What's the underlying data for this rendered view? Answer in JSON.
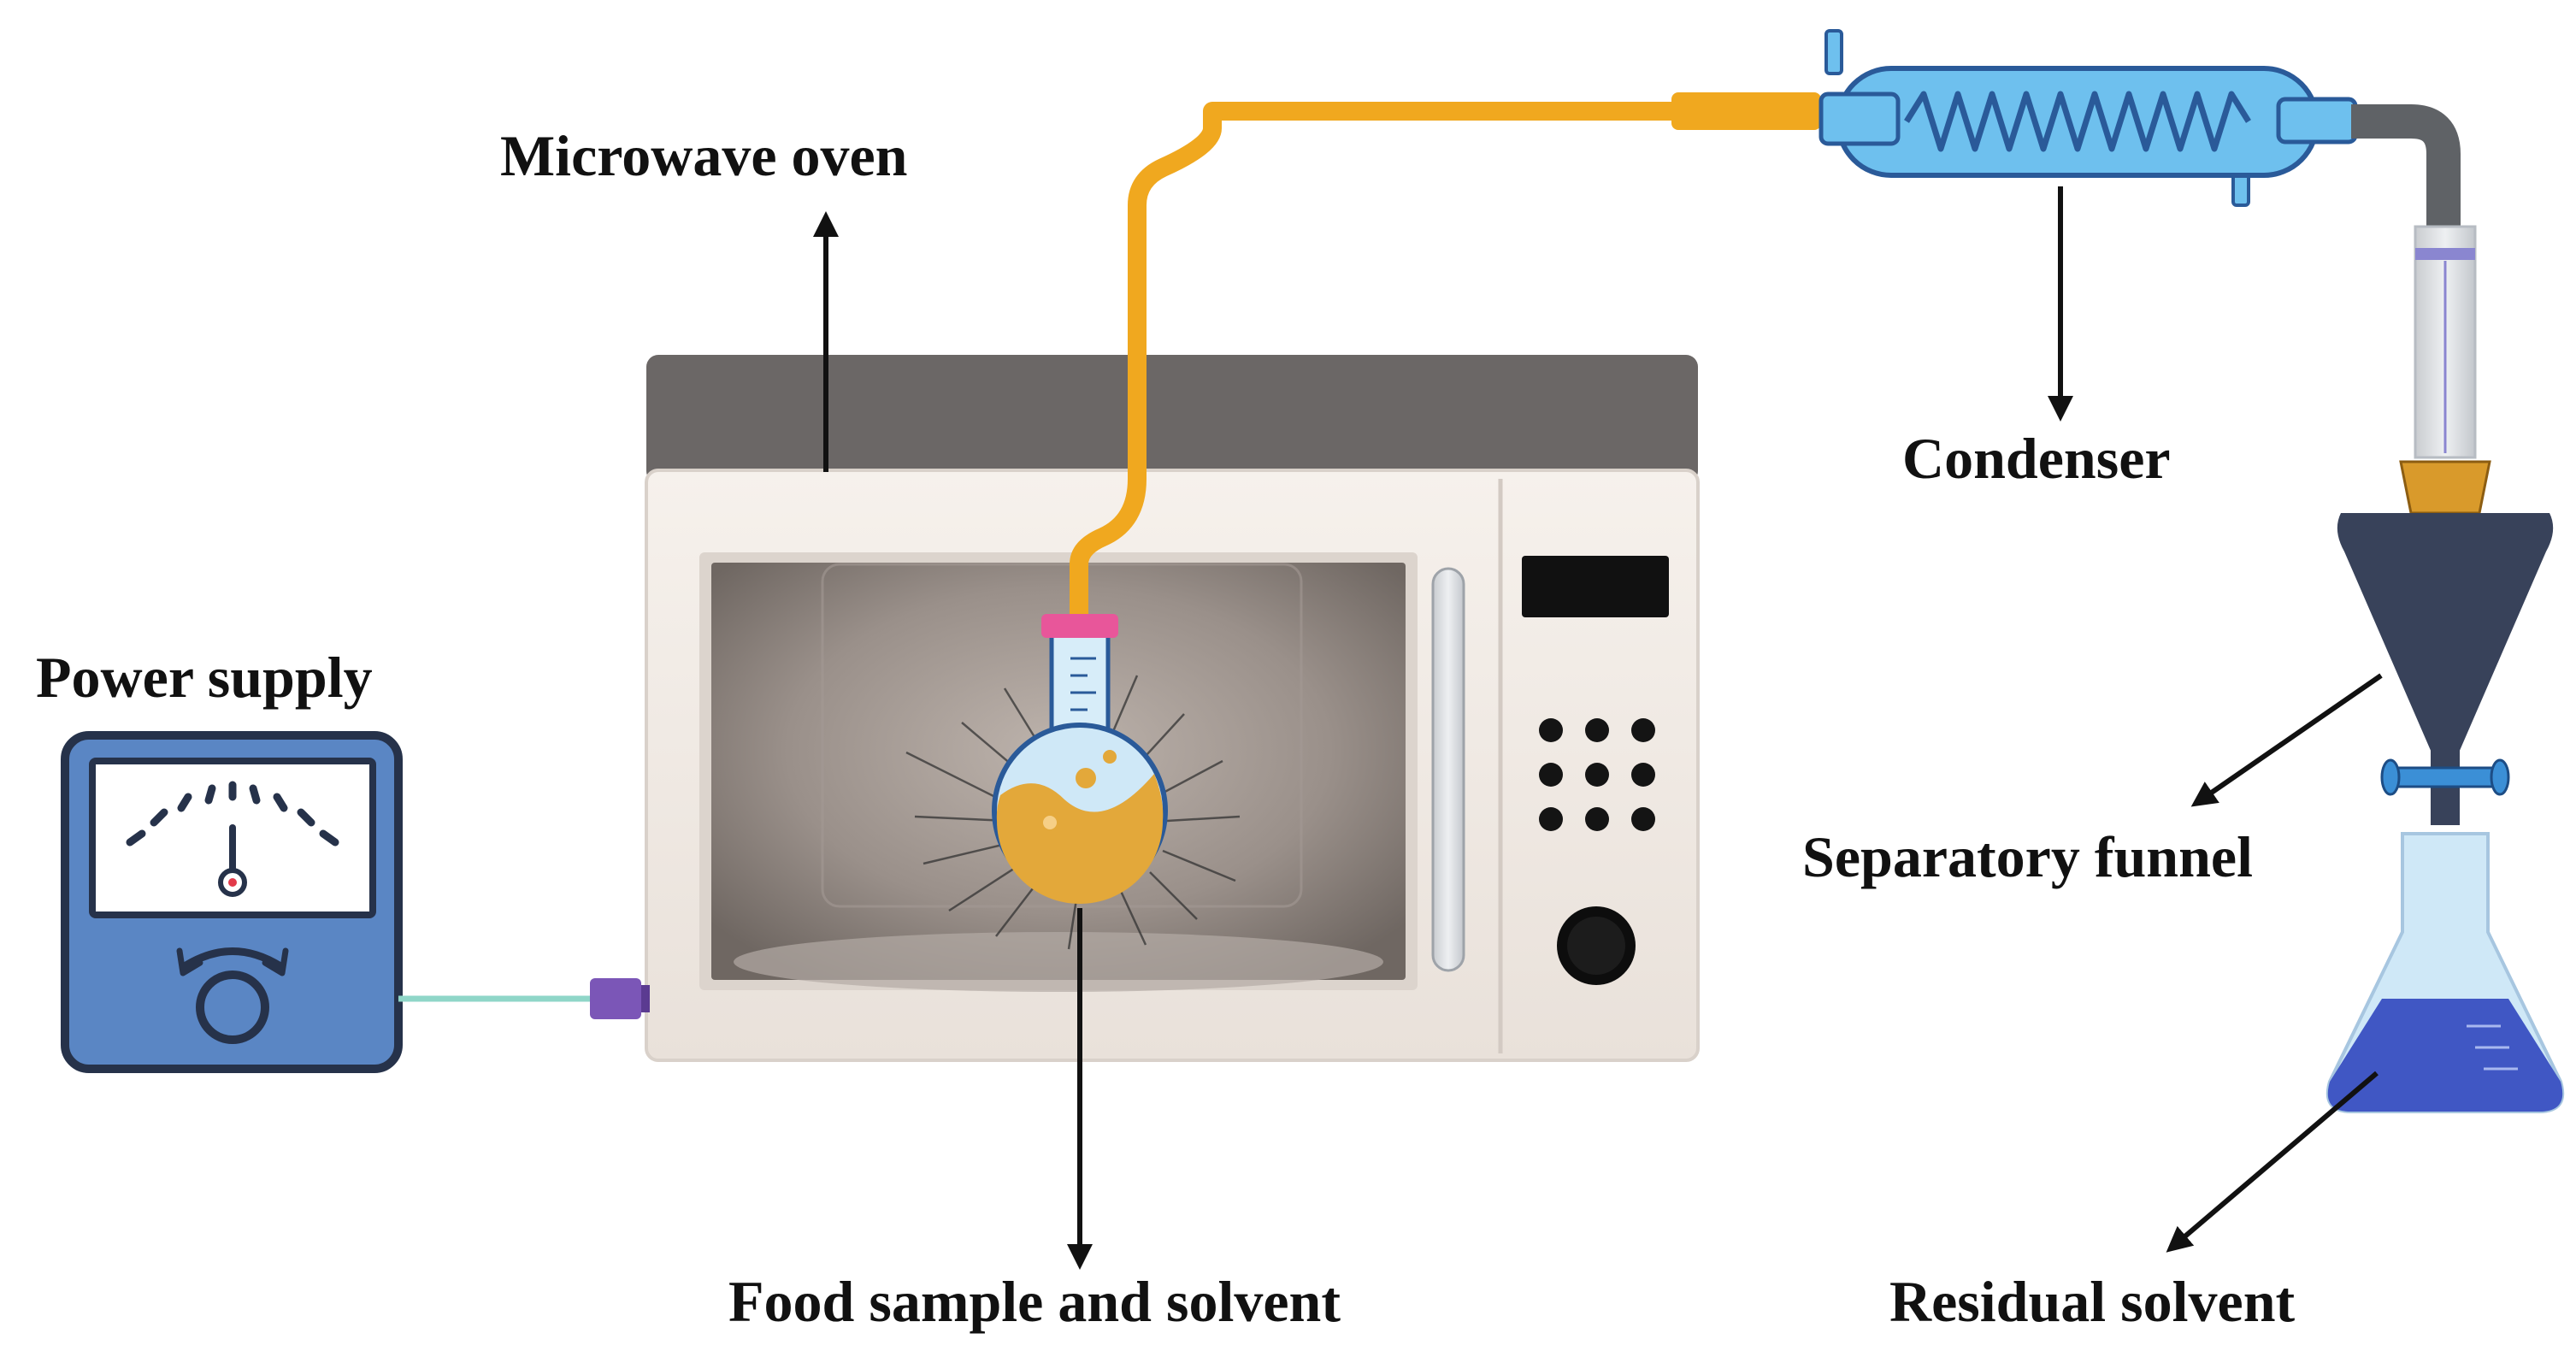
{
  "labels": {
    "microwave_oven": "Microwave oven",
    "condenser": "Condenser",
    "power_supply": "Power supply",
    "separatory_funnel": "Separatory funnel",
    "food_sample": "Food sample and solvent",
    "residual_solvent": "Residual solvent"
  },
  "colors": {
    "oven_top": "#6b6766",
    "oven_body": "#f2ece7",
    "oven_window": "#8e8580",
    "tube": "#f0a81f",
    "condenser_fill": "#6ec0ee",
    "condenser_stroke": "#2a5a99",
    "meter_body": "#5a86c4",
    "meter_stroke": "#26324a",
    "funnel": "#38425a",
    "funnel_neck": "#d99a2b",
    "flask_liquid": "#e3a83a",
    "residual_liquid": "#4057c4",
    "arrow": "#111111"
  }
}
